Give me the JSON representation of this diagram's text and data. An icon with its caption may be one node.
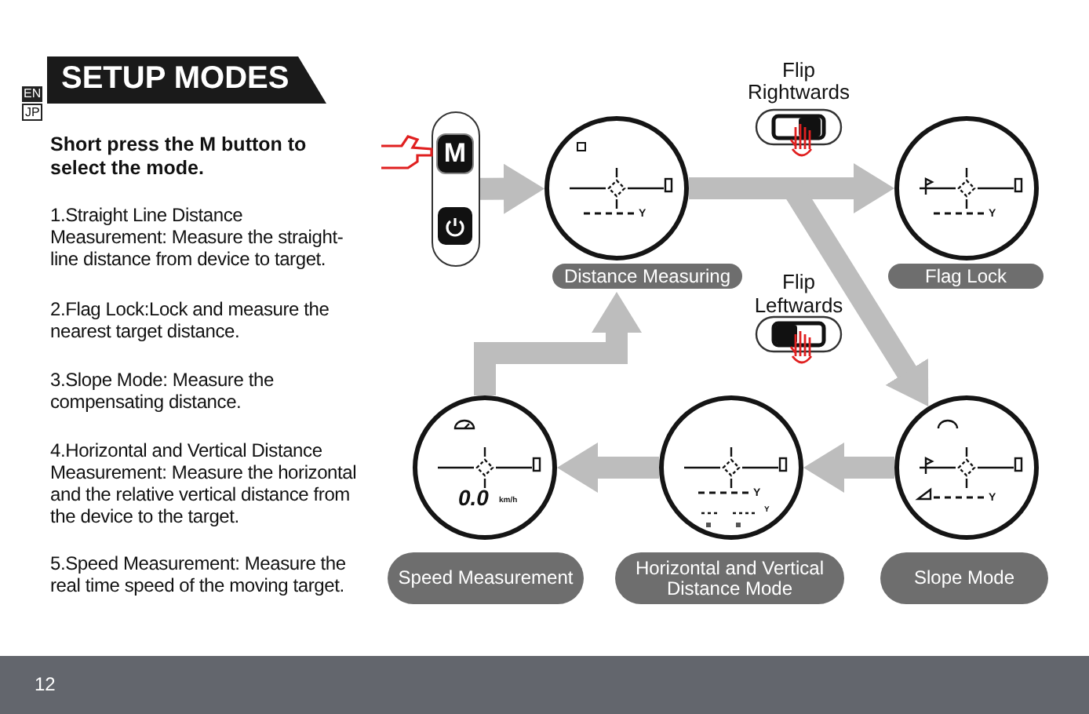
{
  "diagram": {
    "title": "SETUP MODES",
    "nodes": [
      {
        "text": [
          "M"
        ]
      },
      {
        "text": [
          "Y"
        ],
        "beside": [
          "Distance Measuring"
        ]
      },
      {
        "text": [
          "Y"
        ],
        "beside": [
          "Flag Lock"
        ]
      },
      {
        "text": [
          "Y"
        ],
        "beside": [
          "Slope Mode"
        ]
      },
      {
        "text": [
          "Y",
          "Y"
        ],
        "beside": [
          "Horizontal and Vertical Distance Mode"
        ]
      },
      {
        "text": [
          "0.0",
          "km/h"
        ],
        "beside": [
          "Speed Measurement"
        ]
      }
    ],
    "edges": [
      {
        "from": 0,
        "to": 1,
        "arrow": "to"
      },
      {
        "from": 1,
        "to": 2,
        "arrow": "to"
      },
      {
        "from": 1,
        "to": 3,
        "arrow": "to"
      },
      {
        "from": 3,
        "to": 4,
        "arrow": "to"
      },
      {
        "from": 4,
        "to": 5,
        "arrow": "to"
      },
      {
        "from": 5,
        "to": 1,
        "arrow": "to"
      }
    ],
    "labels": [
      "EN",
      "JP",
      "Short press the M button to select the mode.",
      "1.Straight Line Distance Measurement: Measure the straight-line distance from device to target.",
      "2.Flag Lock:Lock and measure the nearest target distance.",
      "3.Slope Mode: Measure the compensating distance.",
      "4.Horizontal and Vertical Distance Measurement: Measure the horizontal and the relative vertical distance from the device to the target.",
      "5.Speed Measurement: Measure the real time speed of the moving target.",
      "Flip Rightwards",
      "Flip Leftwards",
      "12"
    ]
  }
}
